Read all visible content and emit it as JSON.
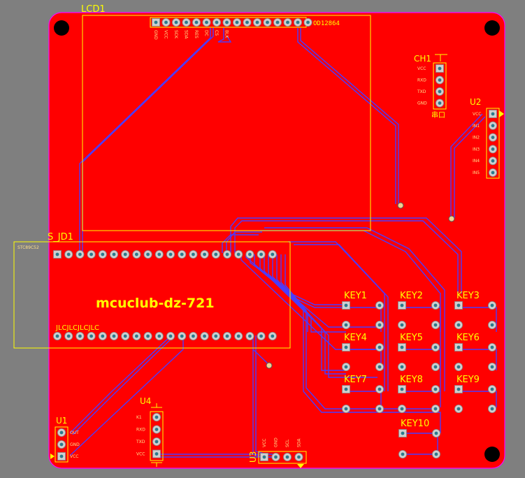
{
  "board": {
    "title": "mcuclub-dz-721",
    "colors": {
      "background": "#7f7f7f",
      "copper": "#ff0000",
      "outline": "#ff00ff",
      "trace": "#4a3cff",
      "silk": "#ffff00"
    }
  },
  "lcd": {
    "designator": "LCD1",
    "model": "OD12864",
    "pins": [
      "GND",
      "VCC",
      "SCK",
      "SDA",
      "RES",
      "DC",
      "CS",
      "BLK",
      "",
      "",
      "",
      "",
      "",
      "",
      "",
      ""
    ]
  },
  "ch1": {
    "designator": "CH1",
    "caption": "串口",
    "pins": [
      "VCC",
      "RXD",
      "TXD",
      "GND"
    ]
  },
  "u2": {
    "designator": "U2",
    "pins": [
      "VCC",
      "IN1",
      "IN2",
      "IN3",
      "IN4",
      "IN5"
    ]
  },
  "sjd1": {
    "designator": "S_JD1",
    "corner_text": "STC89C52",
    "bottom_text": "JLCJLCJLCJLC"
  },
  "keys": [
    "KEY1",
    "KEY2",
    "KEY3",
    "KEY4",
    "KEY5",
    "KEY6",
    "KEY7",
    "KEY8",
    "KEY9",
    "KEY10"
  ],
  "u1": {
    "designator": "U1",
    "pins": [
      "OUT",
      "GND",
      "VCC"
    ]
  },
  "u4": {
    "designator": "U4",
    "pins": [
      "K1",
      "RXD",
      "TXD",
      "VCC"
    ]
  },
  "u3": {
    "designator": "U3",
    "pins": [
      "VCC",
      "GND",
      "SCL",
      "SDA"
    ]
  }
}
